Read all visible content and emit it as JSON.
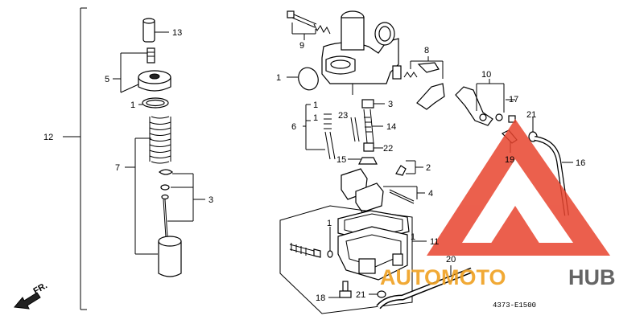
{
  "diagram": {
    "drawing_code": "4373-E1500",
    "orientation_marker": "FR.",
    "watermark": {
      "word_orange": "AUTOMOTO",
      "word_gray": "HUB",
      "triangle_color": "#e8442e",
      "text_color": "#f0a020",
      "hub_color": "#555555"
    },
    "callouts": {
      "c1": "1",
      "c2": "2",
      "c3": "3",
      "c4": "4",
      "c5": "5",
      "c6": "6",
      "c7": "7",
      "c8": "8",
      "c9": "9",
      "c10": "10",
      "c11": "11",
      "c12": "12",
      "c13": "13",
      "c14": "14",
      "c15": "15",
      "c16": "16",
      "c17": "17",
      "c18": "18",
      "c19": "19",
      "c20": "20",
      "c21": "21",
      "c22": "22",
      "c23": "23"
    }
  }
}
